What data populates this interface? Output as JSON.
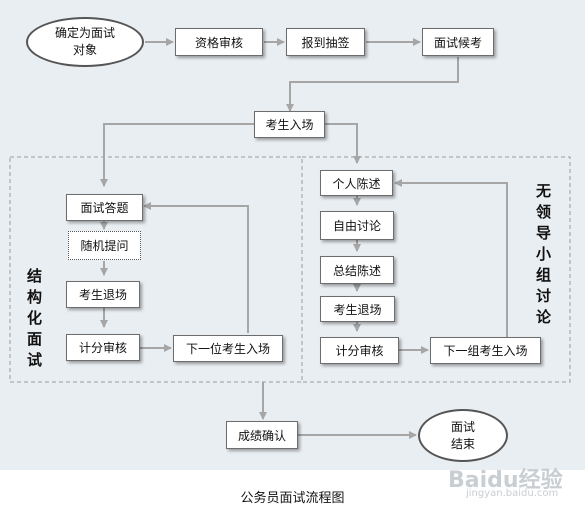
{
  "nodes": {
    "start": "确定为面试对象",
    "qualification_review": "资格审核",
    "check_in_draw": "报到抽签",
    "waiting": "面试候考",
    "enter": "考生入场",
    "answer": "面试答题",
    "random_question": "随机提问",
    "exit": "考生退场",
    "score_review_a": "计分审核",
    "next_candidate": "下一位考生入场",
    "personal_statement": "个人陈述",
    "free_discussion": "自由讨论",
    "summary_statement": "总结陈述",
    "exit_b": "考生退场",
    "score_review_b": "计分审核",
    "next_group": "下一组考生入场",
    "confirm_results": "成绩确认",
    "end": "面试结束"
  },
  "start_lines": [
    "确定为面试",
    "对象"
  ],
  "end_lines": [
    "面试",
    "结束"
  ],
  "section_labels": {
    "structured": "结构化面试",
    "leaderless": "无领导小组讨论"
  },
  "caption": "公务员面试流程图",
  "watermark": "Baidu经验",
  "watermark_sub": "jingyan.baidu.com",
  "colors": {
    "line": "#a6a6a6",
    "panel": "#e9eef2",
    "dash": "#9a9a9a"
  }
}
